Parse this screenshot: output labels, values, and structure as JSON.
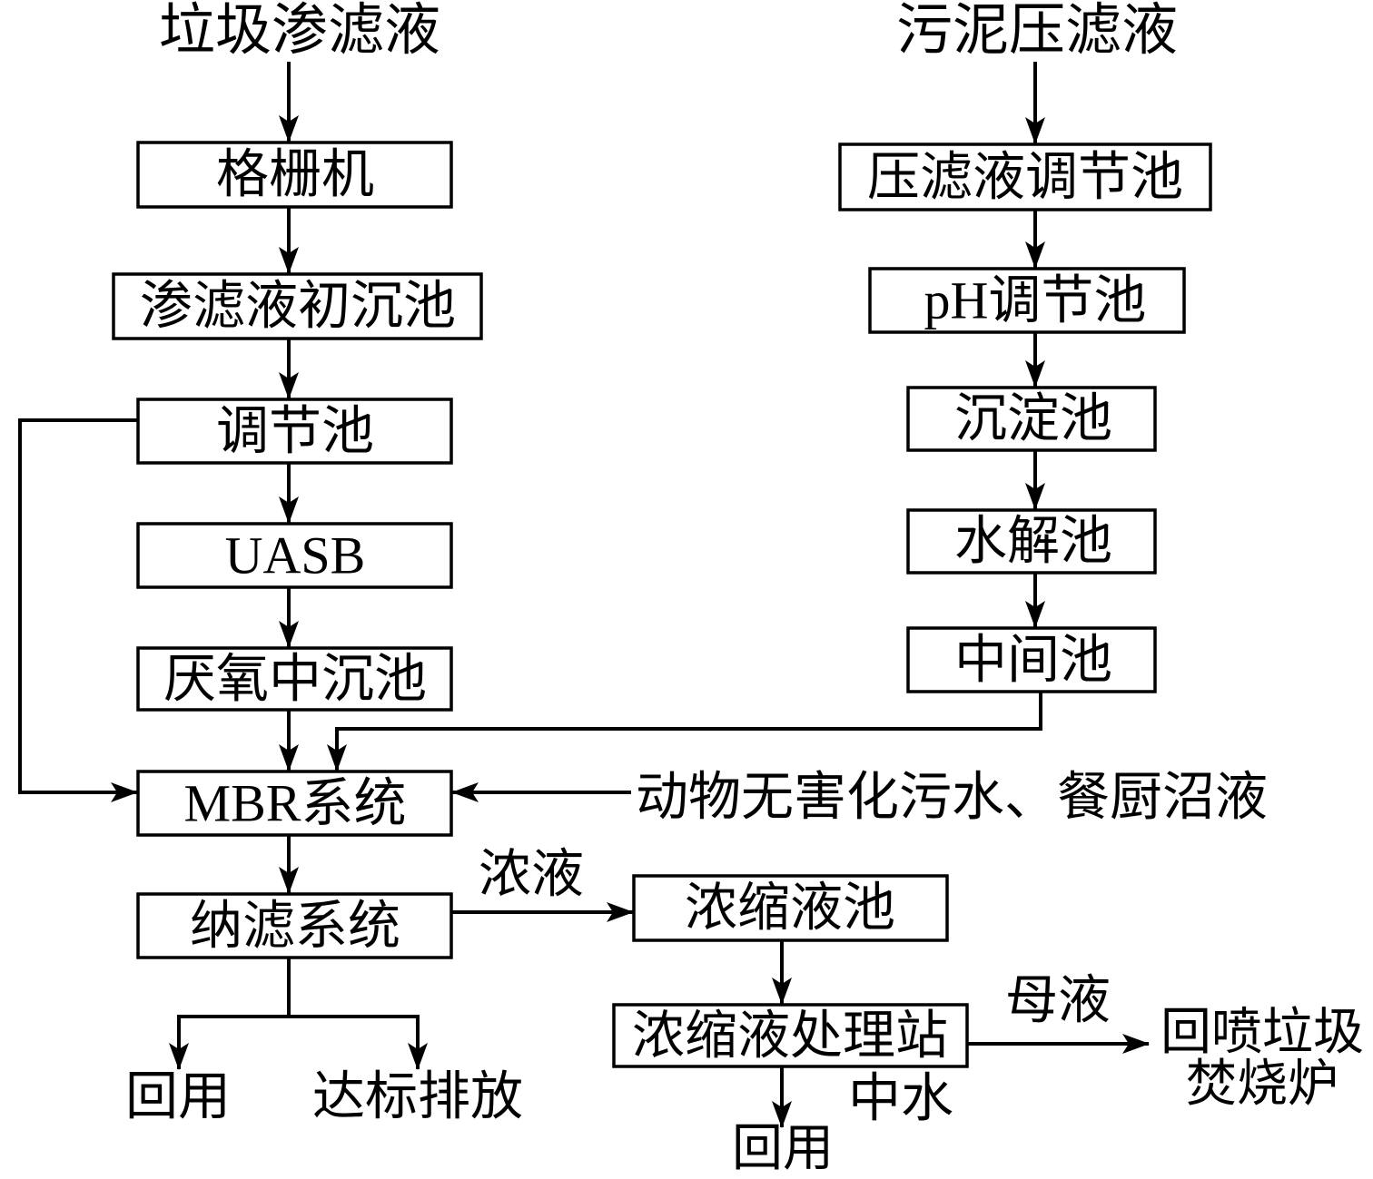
{
  "sources": {
    "leachate": "垃圾渗滤液",
    "sludge_filtrate": "污泥压滤液"
  },
  "left_chain": {
    "screen": "格栅机",
    "primary_settling": "渗滤液初沉池",
    "equalization": "调节池",
    "uasb": "UASB",
    "anaerobic_settling": "厌氧中沉池",
    "mbr": "MBR系统",
    "nanofiltration": "纳滤系统"
  },
  "left_outputs": {
    "reuse": "回用",
    "discharge": "达标排放"
  },
  "right_chain": {
    "filtrate_equalization": "压滤液调节池",
    "ph_adjust": "pH调节池",
    "sedimentation": "沉淀池",
    "hydrolysis": "水解池",
    "intermediate": "中间池"
  },
  "side_input": "动物无害化污水、餐厨沼液",
  "concentrate": {
    "flow_label": "浓液",
    "tank": "浓缩液池",
    "station": "浓缩液处理站",
    "mother_liquor_label": "母液",
    "reclaimed_label": "中水",
    "reuse": "回用",
    "incinerator_line1": "回喷垃圾",
    "incinerator_line2": "焚烧炉"
  }
}
